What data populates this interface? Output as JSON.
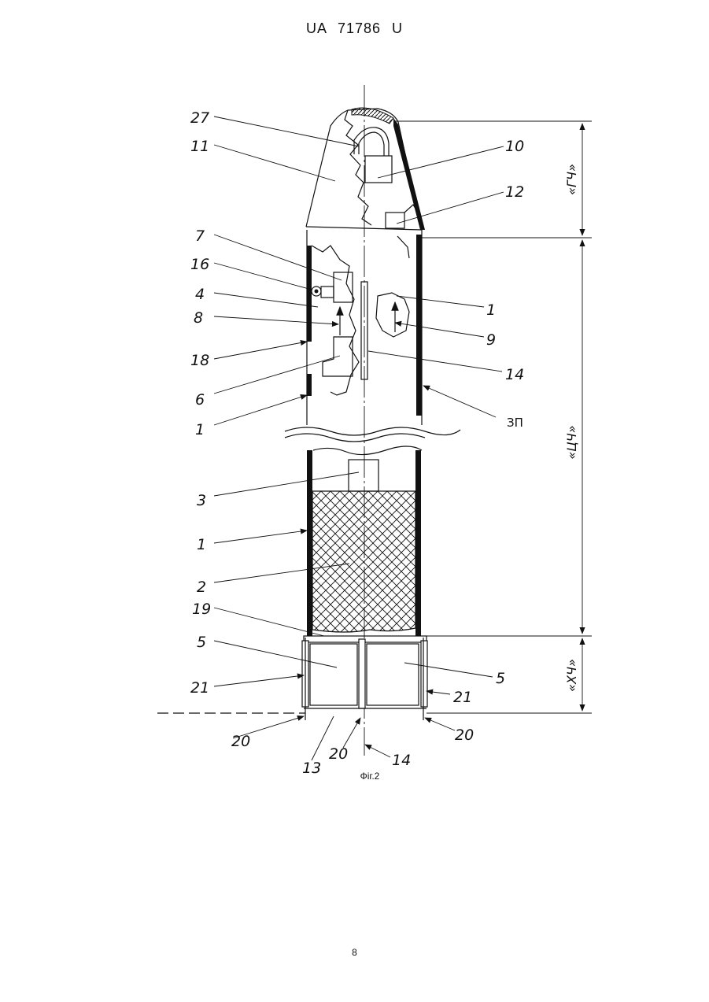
{
  "header": {
    "doc_code": "UA   71786   U"
  },
  "figure": {
    "caption": "Фіг.2",
    "labels": {
      "l27": "27",
      "l11": "11",
      "l10": "10",
      "l12": "12",
      "l7": "7",
      "l16": "16",
      "l4": "4",
      "l8": "8",
      "l18": "18",
      "l6": "6",
      "l1a": "1",
      "l1b": "1",
      "l1c": "1",
      "l9": "9",
      "l14a": "14",
      "l3p": "ЗП",
      "l3": "3",
      "l2": "2",
      "l19": "19",
      "l5a": "5",
      "l5b": "5",
      "l21a": "21",
      "l21b": "21",
      "l20a": "20",
      "l20b": "20",
      "l20c": "20",
      "l13": "13",
      "l14b": "14"
    },
    "dimensions": {
      "head": "«ГЧ»",
      "middle": "«ЦЧ»",
      "tail": "«ХЧ»"
    }
  },
  "footer": {
    "page_number": "8"
  }
}
